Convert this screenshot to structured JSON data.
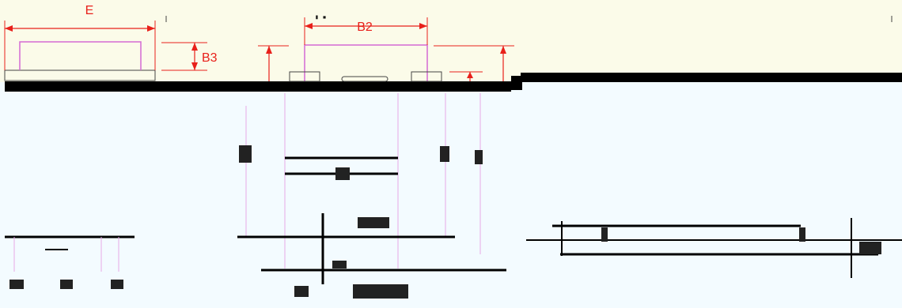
{
  "drawing": {
    "dimension_labels": {
      "e": "E",
      "b2": "B2",
      "b3": "B3"
    },
    "colors": {
      "background_upper": "#fbfbe9",
      "background_lower": "#f3fbff",
      "outline": "#d46ad4",
      "dimension": "#e8201a",
      "base_band": "#000000",
      "guide_line": "#e7a9e7",
      "label_mark": "#111111"
    }
  }
}
